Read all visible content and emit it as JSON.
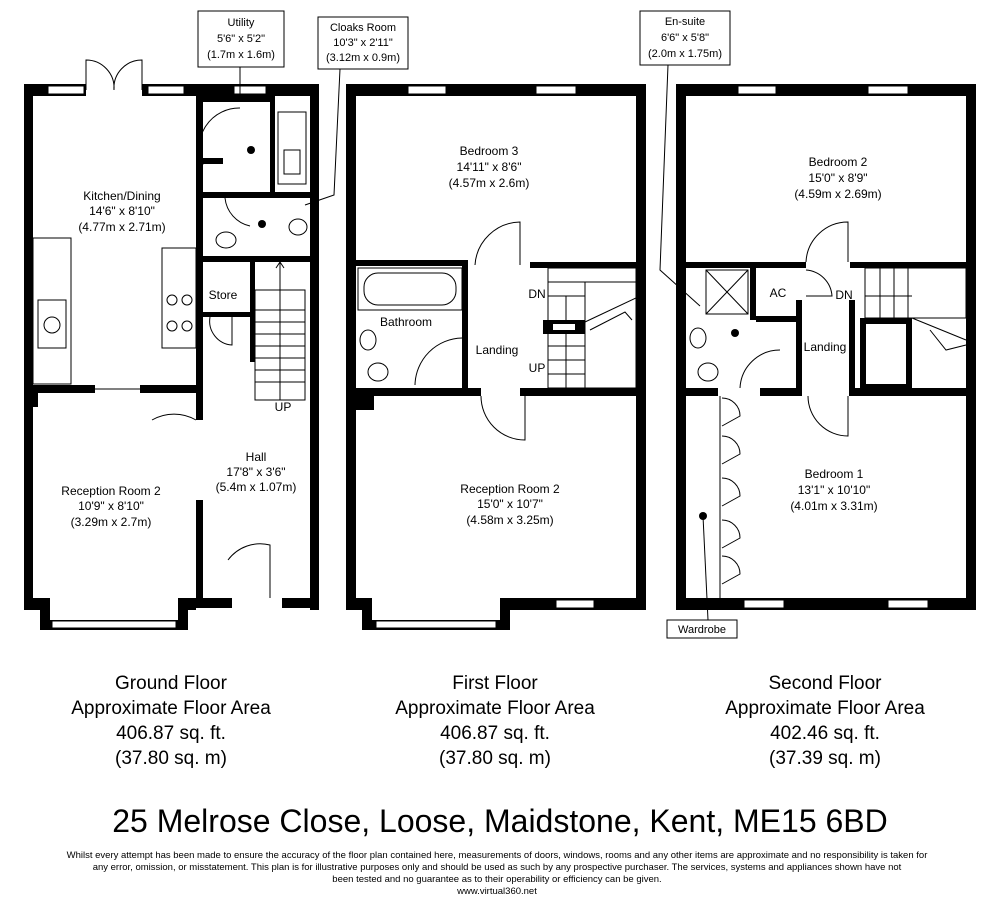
{
  "address": "25 Melrose Close, Loose, Maidstone, Kent, ME15 6BD",
  "disclaimer": {
    "line1": "Whilst every attempt has been made to ensure the accuracy of the floor plan contained here, measurements of doors, windows, rooms and any other items  are approximate and no responsibility is taken for",
    "line2": "any error, omission, or misstatement. This plan is for illustrative purposes only and should be used as such by any prospective purchaser. The services, systems and appliances shown have not",
    "line3": "been tested and no guarantee as to their operability or efficiency can be given.",
    "line4": "www.virtual360.net"
  },
  "ground": {
    "area_title": "Ground Floor",
    "area_label": "Approximate Floor Area",
    "area_sqft": "406.87 sq. ft.",
    "area_sqm": "(37.80 sq. m)",
    "kitchen": {
      "name": "Kitchen/Dining",
      "imperial": "14'6\" x 8'10\"",
      "metric": "(4.77m x 2.71m)"
    },
    "reception": {
      "name": "Reception Room 2",
      "imperial": "10'9\" x 8'10\"",
      "metric": "(3.29m x 2.7m)"
    },
    "hall": {
      "name": "Hall",
      "imperial": "17'8\" x 3'6\"",
      "metric": "(5.4m x 1.07m)"
    },
    "store": "Store",
    "up": "UP",
    "utility": {
      "name": "Utility",
      "imperial": "5'6\" x 5'2\"",
      "metric": "(1.7m x 1.6m)"
    },
    "cloaks": {
      "name": "Cloaks Room",
      "imperial": "10'3\" x 2'11\"",
      "metric": "(3.12m x 0.9m)"
    }
  },
  "first": {
    "area_title": "First Floor",
    "area_label": "Approximate Floor Area",
    "area_sqft": "406.87 sq. ft.",
    "area_sqm": "(37.80 sq. m)",
    "bedroom3": {
      "name": "Bedroom 3",
      "imperial": "14'11\" x 8'6\"",
      "metric": "(4.57m x 2.6m)"
    },
    "bathroom": "Bathroom",
    "landing": "Landing",
    "dn": "DN",
    "up": "UP",
    "reception": {
      "name": "Reception Room 2",
      "imperial": "15'0\" x 10'7\"",
      "metric": "(4.58m x 3.25m)"
    }
  },
  "second": {
    "area_title": "Second Floor",
    "area_label": "Approximate Floor Area",
    "area_sqft": "402.46 sq. ft.",
    "area_sqm": "(37.39 sq. m)",
    "bedroom2": {
      "name": "Bedroom 2",
      "imperial": "15'0\" x 8'9\"",
      "metric": "(4.59m x 2.69m)"
    },
    "bedroom1": {
      "name": "Bedroom 1",
      "imperial": "13'1\" x 10'10\"",
      "metric": "(4.01m x 3.31m)"
    },
    "ac": "AC",
    "dn": "DN",
    "landing": "Landing",
    "ensuite": {
      "name": "En-suite",
      "imperial": "6'6\" x 5'8\"",
      "metric": "(2.0m x 1.75m)"
    },
    "wardrobe": "Wardrobe"
  }
}
